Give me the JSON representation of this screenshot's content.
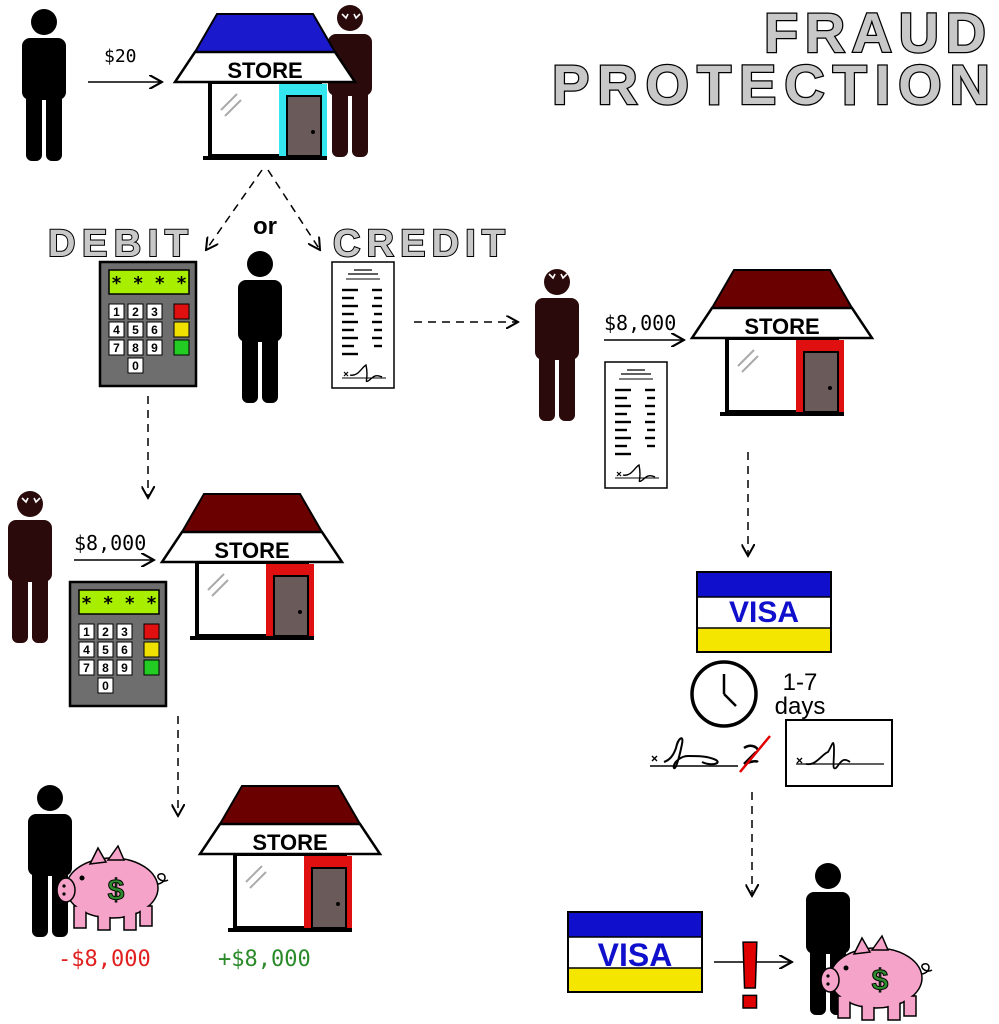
{
  "title": {
    "line1": "FRAUD",
    "line2": "PROTECTION"
  },
  "top": {
    "payment": "$20",
    "store_label": "STORE"
  },
  "choice": {
    "debit_label": "DEBIT",
    "or_label": "or",
    "credit_label": "CREDIT"
  },
  "keypad": {
    "screen": "* * * *",
    "keys": [
      "1",
      "2",
      "3",
      "4",
      "5",
      "6",
      "7",
      "8",
      "9",
      "0"
    ]
  },
  "debit_path": {
    "fraud_amount": "$8,000",
    "store_label": "STORE",
    "customer_loss": "-$8,000",
    "store_gain": "+$8,000"
  },
  "credit_path": {
    "fraud_amount": "$8,000",
    "store_label": "STORE",
    "card_label": "VISA",
    "time_value": "1-7",
    "time_unit": "days",
    "card_label_2": "VISA",
    "alert": "!"
  },
  "piggy_symbol": "$",
  "colors": {
    "roof_blue": "#1a1acc",
    "roof_red": "#6b0000",
    "door_frame_cyan": "#33e6f0",
    "door_frame_red": "#e01010",
    "door": "#6b5a5a",
    "lcd_green": "#a8ee00",
    "pig_pink": "#f5a3c8",
    "dollar_green": "#2e8b2e",
    "title_gray": "#c8c8c8",
    "loss_red": "#e02020",
    "gain_green": "#2a8a2a",
    "visa_blue": "#1010cc",
    "visa_yellow": "#f5e600",
    "alert_red": "#e00000"
  }
}
